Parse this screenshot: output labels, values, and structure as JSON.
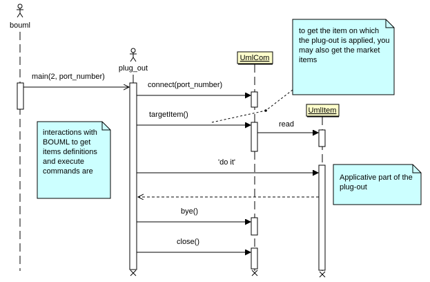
{
  "actors": {
    "bouml": "bouml",
    "plug_out": "plug_out"
  },
  "objects": {
    "umlcom": "UmlCom",
    "umlitem": "UmlItem"
  },
  "messages": {
    "main": "main(2, port_number)",
    "connect": "connect(port_number)",
    "targetitem": "targetItem()",
    "read": "read",
    "doit": "'do it'",
    "bye": "bye()",
    "close": "close()"
  },
  "notes": {
    "interactions": "interactions with BOUML to get items definitions and execute commands are",
    "get_item": "to get the item on which the plug-out is applied, you may also get the market items",
    "applicative": "Applicative part of the plug-out"
  },
  "colors": {
    "note_fill": "#ccffff",
    "object_fill": "#ffffcc",
    "line": "#000000"
  }
}
